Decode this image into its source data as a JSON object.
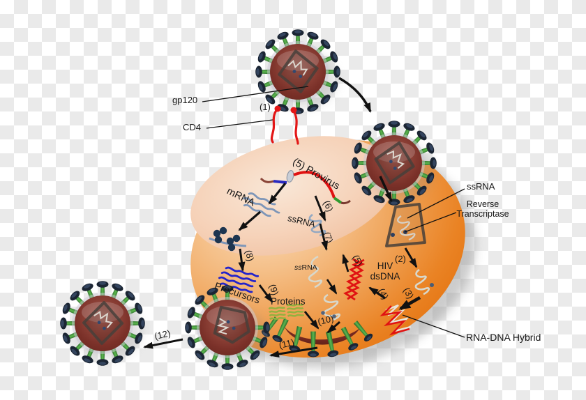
{
  "diagram": {
    "labels": {
      "gp120": "gp120",
      "cd4": "CD4",
      "provirus": "(5) Provirus",
      "mrna": "mRNA",
      "ssrna": "ssRNA",
      "ssrna_italic_prefix": "ss",
      "ssrna_suffix": "RNA",
      "reverse_line1": "Reverse",
      "reverse_line2": "Transcriptase",
      "hiv_dsdna_line1": "HIV",
      "hiv_dsdna_line2": "dsDNA",
      "precursors": "Precursors",
      "proteins": "Proteins",
      "rna_dna_hybrid": "RNA-DNA Hybrid"
    },
    "steps": {
      "s1": "(1)",
      "s2": "(2)",
      "s3": "(3)",
      "s4": "(4)",
      "s5": "(5)",
      "s6": "(6)",
      "s7": "(7)",
      "s8": "(8)",
      "s9": "(9)",
      "s10": "(10)",
      "s11": "(11)",
      "s12": "(12)"
    },
    "colors": {
      "cell_orange": "#ec8426",
      "cell_light": "#f8dcbd",
      "nucleus_pink": "#f6d3ba",
      "virus_body_red": "#83362c",
      "spike_green": "#4aa344",
      "spike_cap_navy": "#1b2533",
      "capsid_gray": "#46403a",
      "dsdna_red": "#e01212",
      "hybrid_white": "#e8e4da",
      "precursor_blue": "#2323cb",
      "protein_green": "#93b13e",
      "mrna_blue": "#7e96b8",
      "ribosome_navy": "#1d3550",
      "receptor_red": "#e31717",
      "arrow_black": "#111111",
      "checker_gray": "#eaeaea"
    }
  }
}
